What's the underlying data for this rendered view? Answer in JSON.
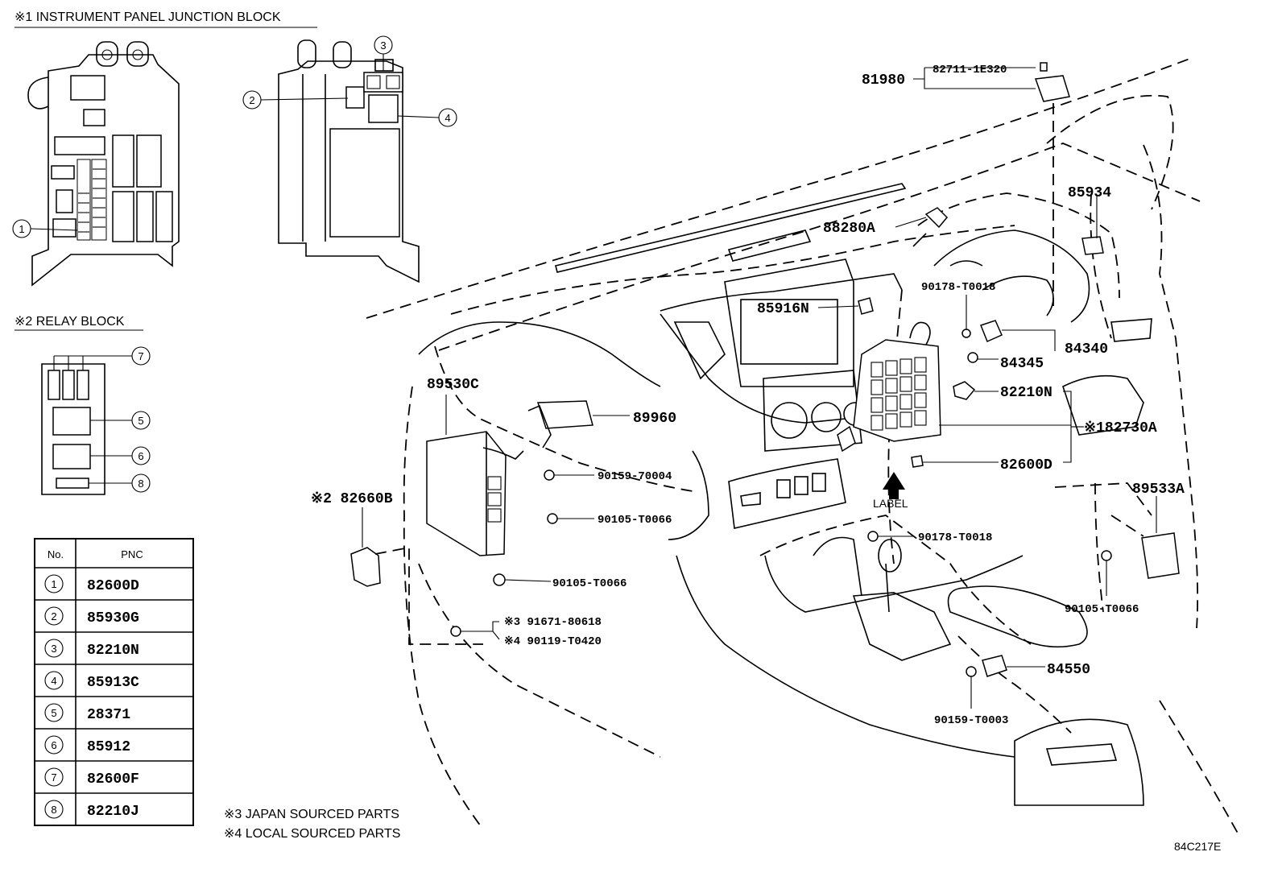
{
  "junction_block": {
    "title": "※1 INSTRUMENT PANEL JUNCTION BLOCK",
    "callouts": [
      "1",
      "2",
      "3",
      "4"
    ]
  },
  "relay_block": {
    "title": "※2 RELAY BLOCK",
    "callouts": [
      "7",
      "5",
      "6",
      "8"
    ]
  },
  "table": {
    "headers": [
      "No.",
      "PNC"
    ],
    "rows": [
      {
        "no": "1",
        "pnc": "82600D"
      },
      {
        "no": "2",
        "pnc": "85930G"
      },
      {
        "no": "3",
        "pnc": "82210N"
      },
      {
        "no": "4",
        "pnc": "85913C"
      },
      {
        "no": "5",
        "pnc": "28371"
      },
      {
        "no": "6",
        "pnc": "85912"
      },
      {
        "no": "7",
        "pnc": "82600F"
      },
      {
        "no": "8",
        "pnc": "82210J"
      }
    ]
  },
  "notes": {
    "japan": "※3 JAPAN SOURCED PARTS",
    "local": "※4 LOCAL SOURCED PARTS"
  },
  "labels": {
    "p81980": "81980",
    "p82711": "82711-1E320",
    "p85934": "85934",
    "p88280a": "88280A",
    "p85916n": "85916N",
    "p90178_upper": "90178-T0018",
    "p84340": "84340",
    "p84345": "84345",
    "p82210n": "82210N",
    "p82730a": "※182730A",
    "p82600d": "82600D",
    "p89530c": "89530C",
    "p89960": "89960",
    "p90159_70004": "90159-70004",
    "p90105_mid": "90105-T0066",
    "p82660b": "※2 82660B",
    "p90105_low": "90105-T0066",
    "p91671": "※3 91671-80618",
    "p90119": "※4 90119-T0420",
    "label_arrow": "LABEL",
    "p90178_lower": "90178-T0018",
    "p89533a": "89533A",
    "p90105_right": "90105-T0066",
    "p84550": "84550",
    "p90159_t0003": "90159-T0003"
  },
  "figure_code": "84C217E"
}
